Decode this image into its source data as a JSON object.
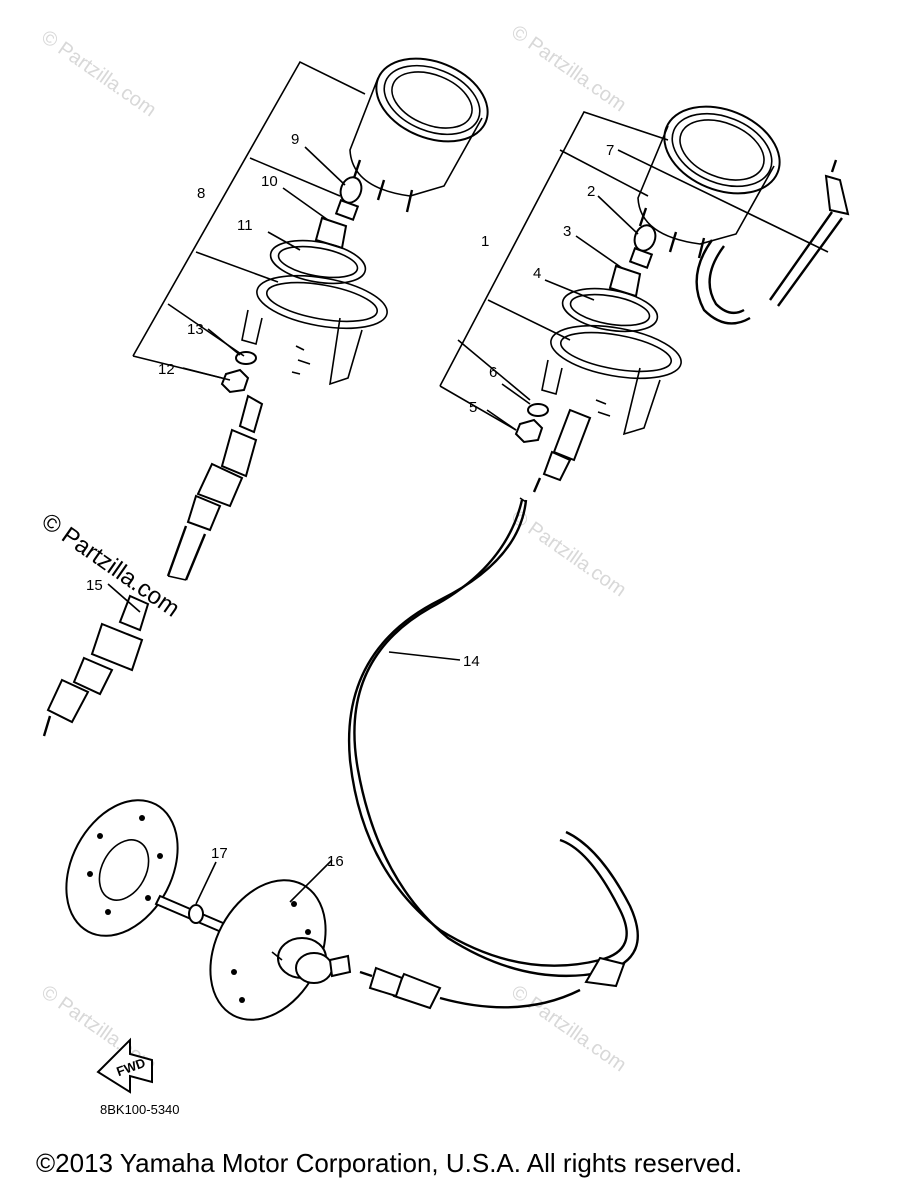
{
  "parts": [
    {
      "num": "1"
    },
    {
      "num": "2"
    },
    {
      "num": "3"
    },
    {
      "num": "4"
    },
    {
      "num": "5"
    },
    {
      "num": "6"
    },
    {
      "num": "7"
    },
    {
      "num": "8"
    },
    {
      "num": "9"
    },
    {
      "num": "10"
    },
    {
      "num": "11"
    },
    {
      "num": "12"
    },
    {
      "num": "13"
    },
    {
      "num": "14"
    },
    {
      "num": "15"
    },
    {
      "num": "16"
    },
    {
      "num": "17"
    }
  ],
  "fwd_arrow_text": "FWD",
  "diagram_code": "8BK100-5340",
  "copyright": "©2013 Yamaha Motor Corporation, U.S.A. All rights reserved.",
  "watermark": "© Partzilla.com",
  "watermark_prominent": "© Partzilla.com"
}
